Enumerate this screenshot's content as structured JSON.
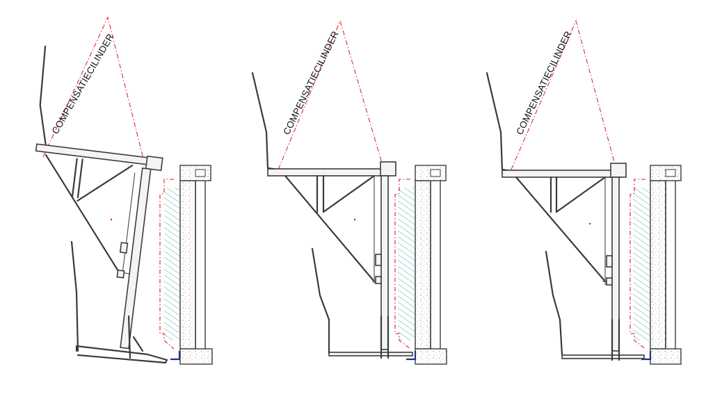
{
  "labels": {
    "left": "COMPENSATIECILINDER",
    "middle": "COMPENSATIECILINDER",
    "right": "COMPENSATIECILINDER"
  },
  "colors": {
    "cylinder_line": "#e0161b",
    "hatch": "#36a7a0",
    "anchor": "#1f2f8a",
    "steel": "#3a3a3a"
  }
}
